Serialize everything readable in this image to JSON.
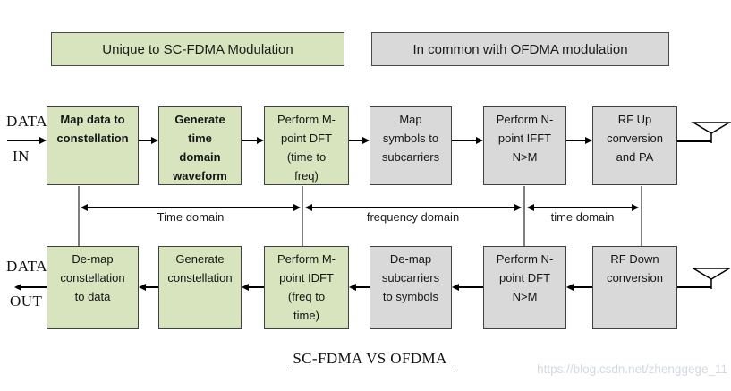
{
  "title": "SC-FDMA VS OFDMA",
  "watermark": "https://blog.csdn.net/zhenggege_11",
  "legend": {
    "sc_fdma": "Unique to SC-FDMA Modulation",
    "ofdma": "In common with OFDMA modulation"
  },
  "io": {
    "in_line1": "DATA",
    "in_line2": "IN",
    "out_line1": "DATA",
    "out_line2": "OUT"
  },
  "tx_chain": [
    {
      "text": "Map data to\nconstellation",
      "category": "sc-fdma-unique"
    },
    {
      "text": "Generate\ntime\ndomain\nwaveform",
      "category": "sc-fdma-unique"
    },
    {
      "text": "Perform M-\npoint DFT\n(time to\nfreq)",
      "category": "sc-fdma-unique"
    },
    {
      "text": "Map\nsymbols to\nsubcarriers",
      "category": "common-with-ofdma"
    },
    {
      "text": "Perform N-\npoint IFFT\nN>M",
      "category": "common-with-ofdma"
    },
    {
      "text": "RF Up\nconversion\nand PA",
      "category": "common-with-ofdma"
    }
  ],
  "rx_chain": [
    {
      "text": "De-map\nconstellation\nto data",
      "category": "sc-fdma-unique"
    },
    {
      "text": "Generate\nconstellation",
      "category": "sc-fdma-unique"
    },
    {
      "text": "Perform M-\npoint IDFT\n(freq to\ntime)",
      "category": "sc-fdma-unique"
    },
    {
      "text": "De-map\nsubcarriers\nto symbols",
      "category": "common-with-ofdma"
    },
    {
      "text": "Perform N-\npoint DFT\nN>M",
      "category": "common-with-ofdma"
    },
    {
      "text": "RF Down\nconversion",
      "category": "common-with-ofdma"
    }
  ],
  "domain_labels": {
    "tx_time": "Time domain",
    "frequency": "frequency domain",
    "rx_time": "time domain"
  },
  "colors": {
    "sc_fdma_fill": "#d7e4bd",
    "ofdma_fill": "#d9d9d9",
    "box_border": "#404040",
    "arrow": "#000000",
    "connector": "#7f7f7f",
    "watermark": "#d3dae2"
  }
}
